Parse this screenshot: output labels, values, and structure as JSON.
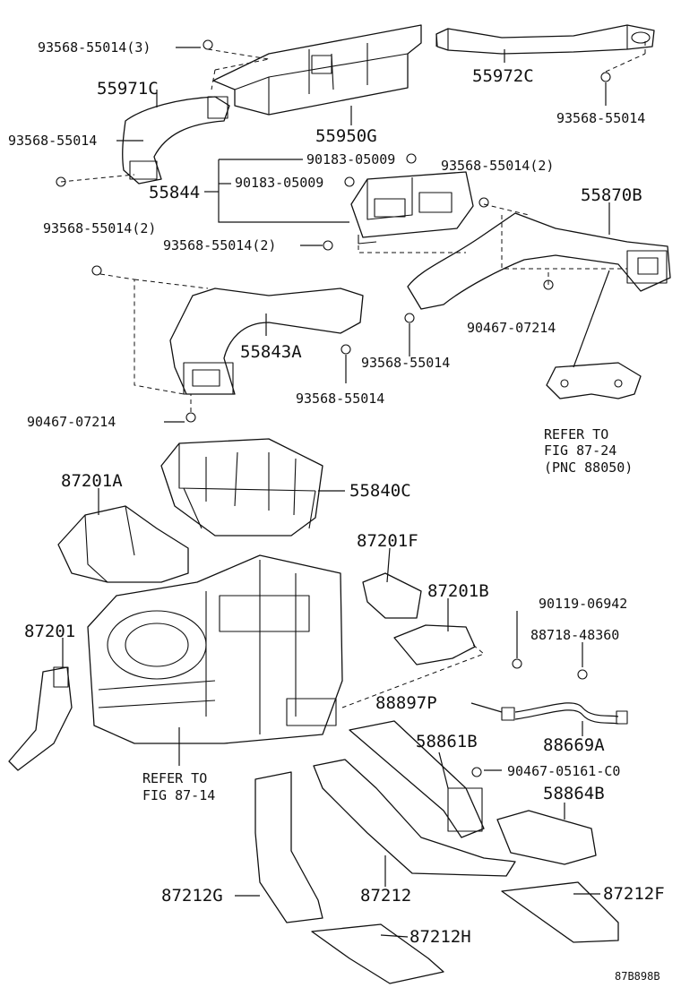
{
  "diagram": {
    "labels": {
      "l_93568_55014_3": "93568-55014(3)",
      "l_55971C": "55971C",
      "l_93568_55014_a": "93568-55014",
      "l_55950G": "55950G",
      "l_55972C": "55972C",
      "l_93568_55014_b": "93568-55014",
      "l_90183_a": "90183-05009",
      "l_90183_b": "90183-05009",
      "l_55844": "55844",
      "l_93568_55014_2a": "93568-55014(2)",
      "l_55870B": "55870B",
      "l_93568_55014_2b": "93568-55014(2)",
      "l_93568_55014_2c": "93568-55014(2)",
      "l_55843A": "55843A",
      "l_90467_07214_a": "90467-07214",
      "l_93568_55014_c": "93568-55014",
      "l_93568_55014_d": "93568-55014",
      "l_90467_07214_b": "90467-07214",
      "l_refer1": "REFER TO",
      "l_refer1b": "FIG 87-24",
      "l_refer1c": "(PNC 88050)",
      "l_87201A": "87201A",
      "l_55840C": "55840C",
      "l_87201F": "87201F",
      "l_87201B": "87201B",
      "l_90119": "90119-06942",
      "l_87201": "87201",
      "l_88718": "88718-48360",
      "l_88897P": "88897P",
      "l_58861B": "58861B",
      "l_88669A": "88669A",
      "l_90467_05161": "90467-05161-C0",
      "l_refer2": "REFER TO",
      "l_refer2b": "FIG 87-14",
      "l_58864B": "58864B",
      "l_87212G": "87212G",
      "l_87212": "87212",
      "l_87212F": "87212F",
      "l_87212H": "87212H",
      "l_ref": "87B898B"
    }
  }
}
